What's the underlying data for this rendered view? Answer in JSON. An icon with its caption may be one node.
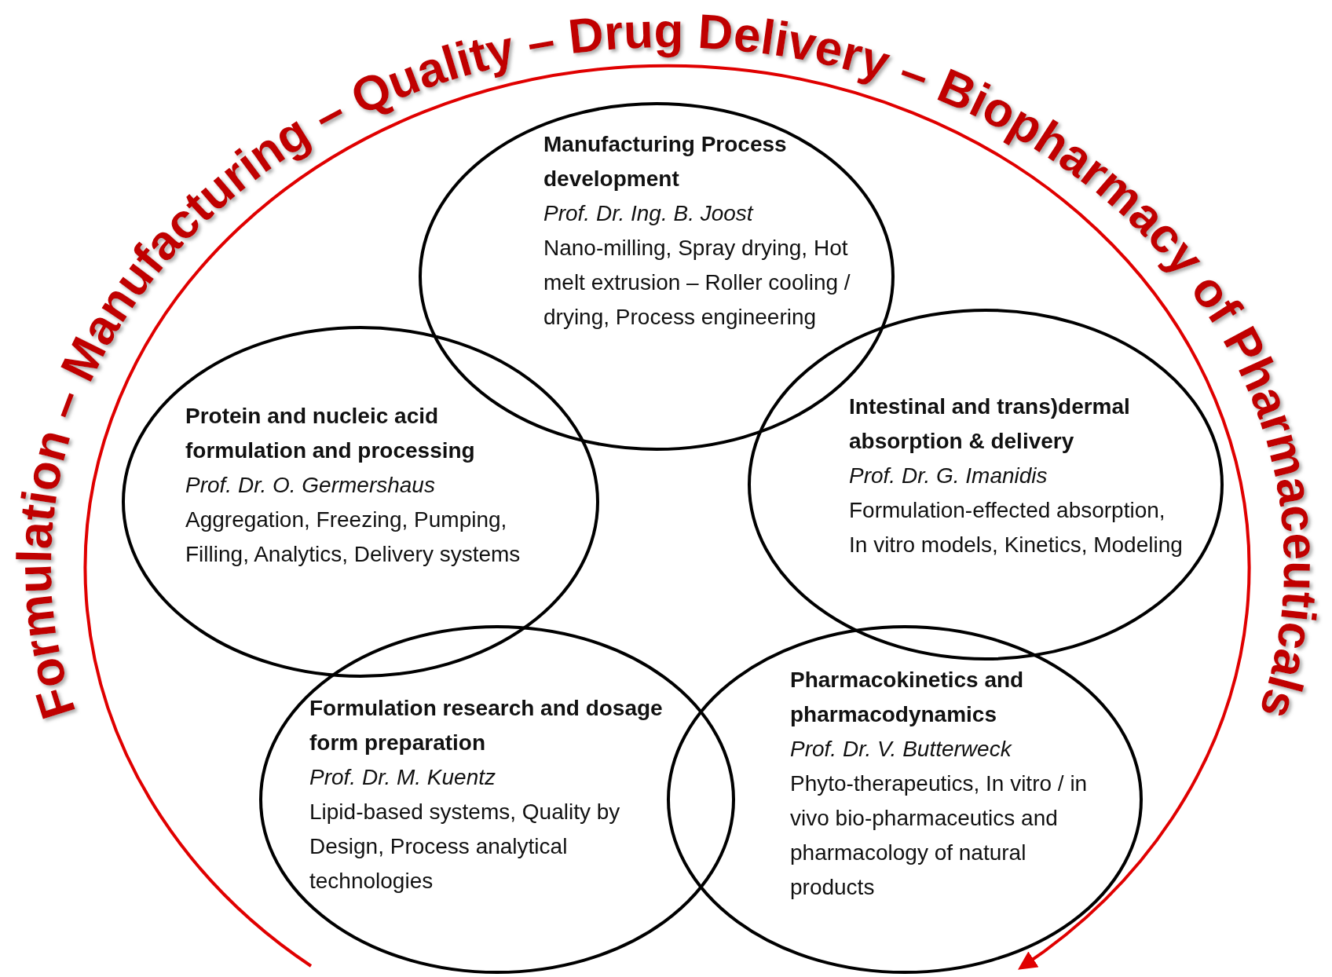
{
  "diagram": {
    "title": "Formulation – Manufacturing – Quality – Drug Delivery – Biopharmacy of Pharmaceuticals",
    "nodes": [
      {
        "text": [
          "Manufacturing Process development",
          "Prof. Dr. Ing. B. Joost",
          "Nano-milling, Spray drying, Hot melt extrusion – Roller cooling / drying, Process engineering"
        ]
      },
      {
        "text": [
          "Protein and nucleic acid formulation and processing",
          "Prof. Dr. O. Germershaus",
          "Aggregation, Freezing, Pumping, Filling, Analytics, Delivery systems"
        ]
      },
      {
        "text": [
          "Intestinal and trans)dermal absorption & delivery",
          "Prof. Dr. G. Imanidis",
          "Formulation-effected absorption, In vitro models, Kinetics, Modeling"
        ]
      },
      {
        "text": [
          "Formulation research and dosage form preparation",
          "Prof. Dr. M. Kuentz",
          "Lipid-based systems, Quality by Design, Process analytical technologies"
        ]
      },
      {
        "text": [
          "Pharmacokinetics and pharmacodynamics",
          "Prof. Dr. V. Butterweck",
          "Phyto-therapeutics, In vitro / in vivo bio-pharmaceutics and pharmacology of natural products"
        ]
      }
    ],
    "edges": []
  }
}
